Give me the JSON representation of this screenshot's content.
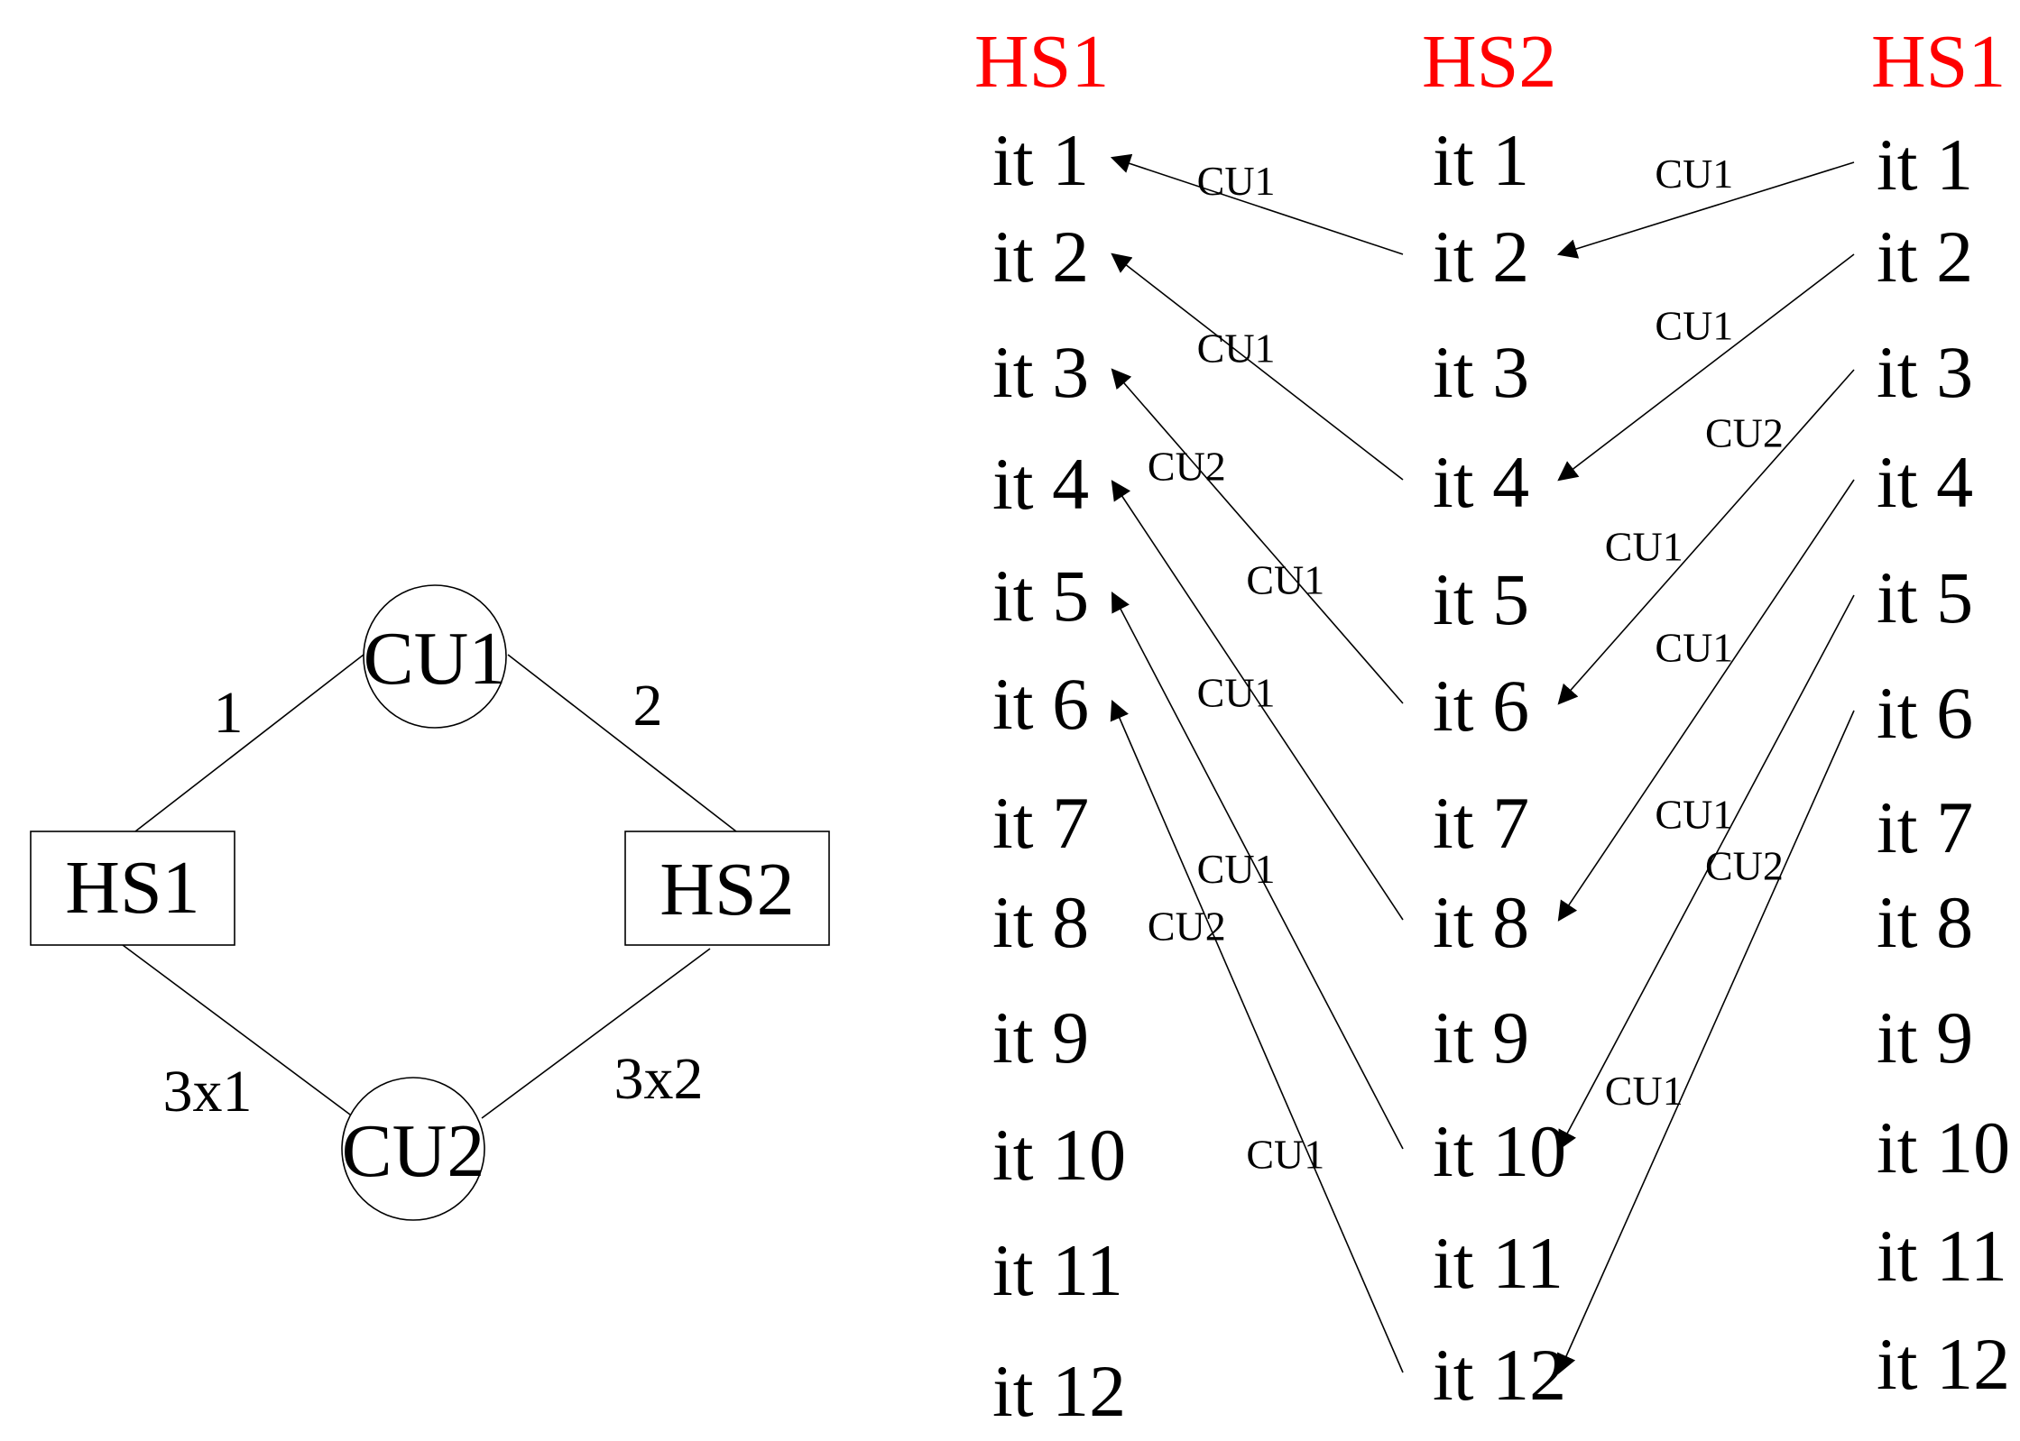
{
  "colors": {
    "header": "#ff0000",
    "ink": "#000000"
  },
  "graph": {
    "nodes": [
      {
        "id": "cu1",
        "label": "CU1",
        "shape": "circle"
      },
      {
        "id": "hs1",
        "label": "HS1",
        "shape": "box"
      },
      {
        "id": "hs2",
        "label": "HS2",
        "shape": "box"
      },
      {
        "id": "cu2",
        "label": "CU2",
        "shape": "circle"
      }
    ],
    "edges": [
      {
        "from": "hs1",
        "to": "cu1",
        "label": "1"
      },
      {
        "from": "cu1",
        "to": "hs2",
        "label": "2"
      },
      {
        "from": "hs1",
        "to": "cu2",
        "label": "3x1"
      },
      {
        "from": "cu2",
        "to": "hs2",
        "label": "3x2"
      }
    ]
  },
  "timeline": {
    "columns": [
      {
        "header": "HS1",
        "items": [
          "it 1",
          "it 2",
          "it 3",
          "it 4",
          "it 5",
          "it 6",
          "it 7",
          "it 8",
          "it 9",
          "it 10",
          "it 11",
          "it 12"
        ]
      },
      {
        "header": "HS2",
        "items": [
          "it 1",
          "it 2",
          "it 3",
          "it 4",
          "it 5",
          "it 6",
          "it 7",
          "it 8",
          "it 9",
          "it 10",
          "it 11",
          "it 12"
        ]
      },
      {
        "header": "HS1",
        "items": [
          "it 1",
          "it 2",
          "it 3",
          "it 4",
          "it 5",
          "it 6",
          "it 7",
          "it 8",
          "it 9",
          "it 10",
          "it 11",
          "it 12"
        ]
      }
    ],
    "arrows": [
      {
        "from_col": 1,
        "from_item": 2,
        "to_col": 0,
        "to_item": 1,
        "labels": [
          "CU1"
        ]
      },
      {
        "from_col": 1,
        "from_item": 4,
        "to_col": 0,
        "to_item": 2,
        "labels": [
          "CU1"
        ]
      },
      {
        "from_col": 1,
        "from_item": 6,
        "to_col": 0,
        "to_item": 3,
        "labels": [
          "CU1",
          "CU2"
        ]
      },
      {
        "from_col": 1,
        "from_item": 8,
        "to_col": 0,
        "to_item": 4,
        "labels": [
          "CU1"
        ]
      },
      {
        "from_col": 1,
        "from_item": 10,
        "to_col": 0,
        "to_item": 5,
        "labels": [
          "CU1"
        ]
      },
      {
        "from_col": 1,
        "from_item": 12,
        "to_col": 0,
        "to_item": 6,
        "labels": [
          "CU1",
          "CU2"
        ]
      },
      {
        "from_col": 2,
        "from_item": 1,
        "to_col": 1,
        "to_item": 2,
        "labels": [
          "CU1"
        ]
      },
      {
        "from_col": 2,
        "from_item": 2,
        "to_col": 1,
        "to_item": 4,
        "labels": [
          "CU1"
        ]
      },
      {
        "from_col": 2,
        "from_item": 3,
        "to_col": 1,
        "to_item": 6,
        "labels": [
          "CU2",
          "CU1"
        ]
      },
      {
        "from_col": 2,
        "from_item": 4,
        "to_col": 1,
        "to_item": 8,
        "labels": [
          "CU1"
        ]
      },
      {
        "from_col": 2,
        "from_item": 5,
        "to_col": 1,
        "to_item": 10,
        "labels": [
          "CU1"
        ]
      },
      {
        "from_col": 2,
        "from_item": 6,
        "to_col": 1,
        "to_item": 12,
        "labels": [
          "CU2",
          "CU1"
        ]
      }
    ]
  }
}
